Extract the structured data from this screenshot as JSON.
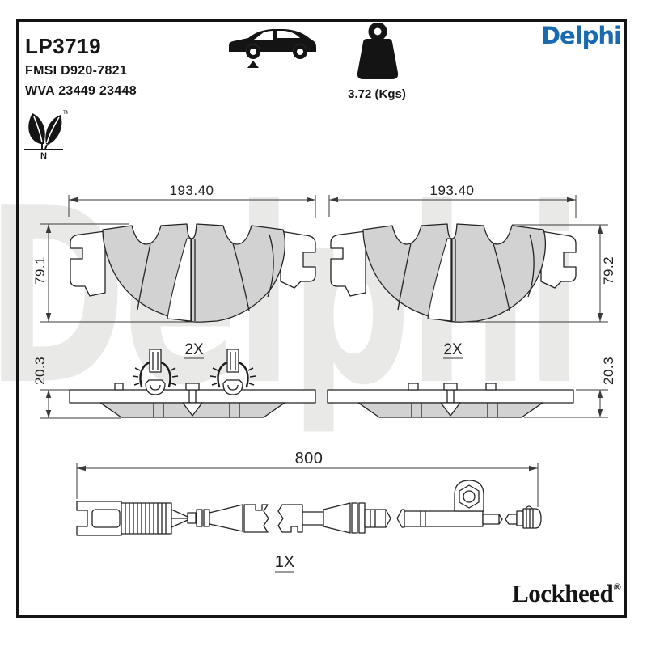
{
  "page": {
    "part_number": "LP3719",
    "fmsi_line": "FMSI D920-7821",
    "wva_line": "WVA 23449 23448"
  },
  "weight": {
    "value_label": "3.72 (Kgs)"
  },
  "brand": {
    "logo_text": "Delphi",
    "footer_logo_text": "Lockheed",
    "registered_mark": "®"
  },
  "eco_mark": {
    "letter": "N",
    "trademark": "TM"
  },
  "watermark_text": "Delphi",
  "pad_front_left": {
    "width_dim": "193.40",
    "height_dim": "79.1",
    "quantity": "2X"
  },
  "pad_front_right": {
    "width_dim": "193.40",
    "height_dim": "79.2",
    "quantity": "2X"
  },
  "pad_side_left": {
    "thickness_dim": "20.3"
  },
  "pad_side_right": {
    "thickness_dim": "20.3"
  },
  "wear_sensor": {
    "length_dim": "800",
    "quantity": "1X"
  },
  "colors": {
    "brand_blue": "#1a6ab1",
    "line_dark": "#232323",
    "friction_gray": "#d2d2d2",
    "watermark_gray": "#e9e9e8"
  }
}
